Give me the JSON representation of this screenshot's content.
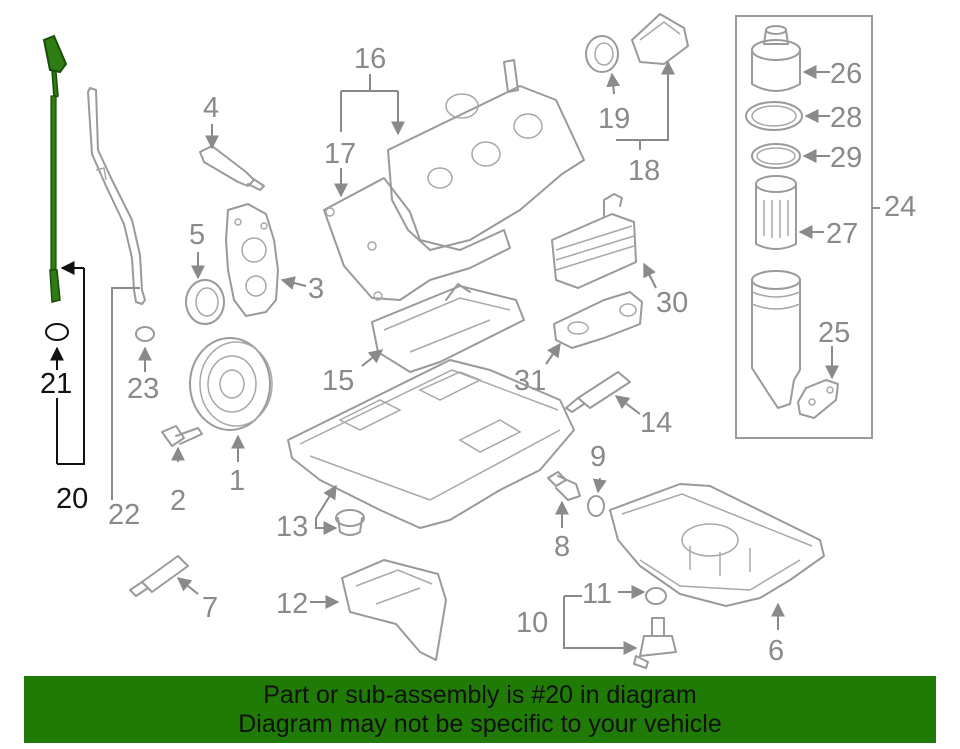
{
  "banner": {
    "line1": "Part or sub-assembly is #20 in diagram",
    "line2": "Diagram may not be specific to your vehicle"
  },
  "highlight_color": "#2e7d12",
  "banner_color": "#1f7a06",
  "highlighted_part": "20",
  "callouts": {
    "c1": "1",
    "c2": "2",
    "c3": "3",
    "c4": "4",
    "c5": "5",
    "c6": "6",
    "c7": "7",
    "c8": "8",
    "c9": "9",
    "c10": "10",
    "c11": "11",
    "c12": "12",
    "c13": "13",
    "c14": "14",
    "c15": "15",
    "c16": "16",
    "c17": "17",
    "c18": "18",
    "c19": "19",
    "c20": "20",
    "c21": "21",
    "c22": "22",
    "c23": "23",
    "c24": "24",
    "c25": "25",
    "c26": "26",
    "c27": "27",
    "c28": "28",
    "c29": "29",
    "c30": "30",
    "c31": "31"
  }
}
